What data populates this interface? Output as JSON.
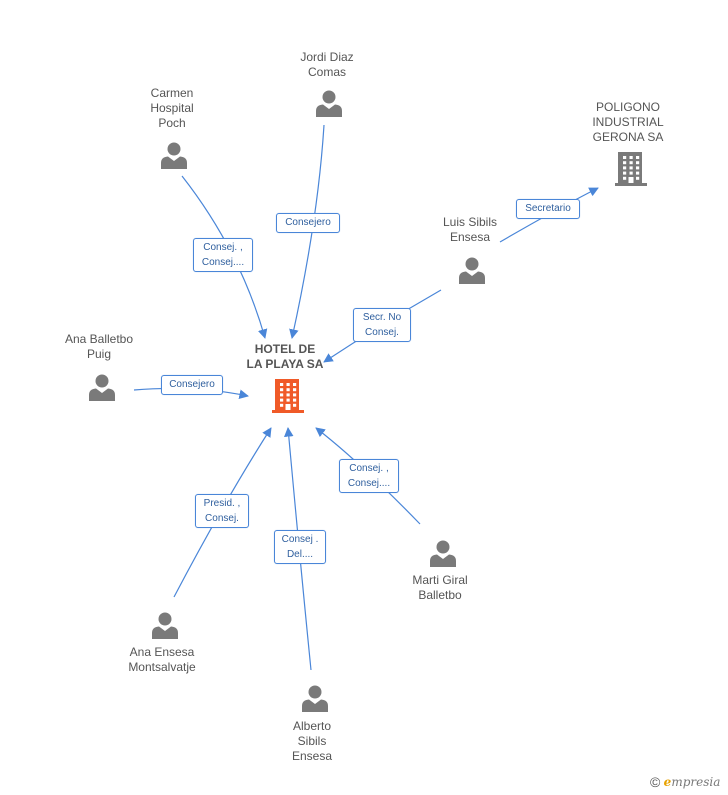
{
  "colors": {
    "edge": "#4a86d8",
    "person_icon": "#7a7a7a",
    "company_icon": "#7a7a7a",
    "center_icon": "#f05a28"
  },
  "center": {
    "name": "HOTEL DE\nLA PLAYA SA",
    "icon": "building-icon"
  },
  "nodes": [
    {
      "id": "jordi",
      "name": "Jordi Diaz\nComas",
      "icon": "person-icon"
    },
    {
      "id": "carmen",
      "name": "Carmen\nHospital\nPoch",
      "icon": "person-icon"
    },
    {
      "id": "poligono",
      "name": "POLIGONO\nINDUSTRIAL\nGERONA SA",
      "icon": "building-icon"
    },
    {
      "id": "luis",
      "name": "Luis Sibils\nEnsesa",
      "icon": "person-icon"
    },
    {
      "id": "ana_b",
      "name": "Ana Balletbo\nPuig",
      "icon": "person-icon"
    },
    {
      "id": "marti",
      "name": "Marti Giral\nBalletbo",
      "icon": "person-icon"
    },
    {
      "id": "ana_e",
      "name": "Ana Ensesa\nMontsalvatje",
      "icon": "person-icon"
    },
    {
      "id": "alberto",
      "name": "Alberto\nSibils\nEnsesa",
      "icon": "person-icon"
    }
  ],
  "edges": [
    {
      "from": "jordi",
      "to": "center",
      "label": "Consejero"
    },
    {
      "from": "carmen",
      "to": "center",
      "label": "Consej. ,\nConsej...."
    },
    {
      "from": "luis",
      "to": "poligono",
      "label": "Secretario"
    },
    {
      "from": "luis",
      "to": "center",
      "label": "Secr.  No\nConsej."
    },
    {
      "from": "ana_b",
      "to": "center",
      "label": "Consejero"
    },
    {
      "from": "marti",
      "to": "center",
      "label": "Consej. ,\nConsej...."
    },
    {
      "from": "ana_e",
      "to": "center",
      "label": "Presid. ,\nConsej."
    },
    {
      "from": "alberto",
      "to": "center",
      "label": "Consej .\nDel...."
    }
  ],
  "footer": {
    "copyright": "©",
    "brand_first": "e",
    "brand_rest": "mpresia"
  }
}
